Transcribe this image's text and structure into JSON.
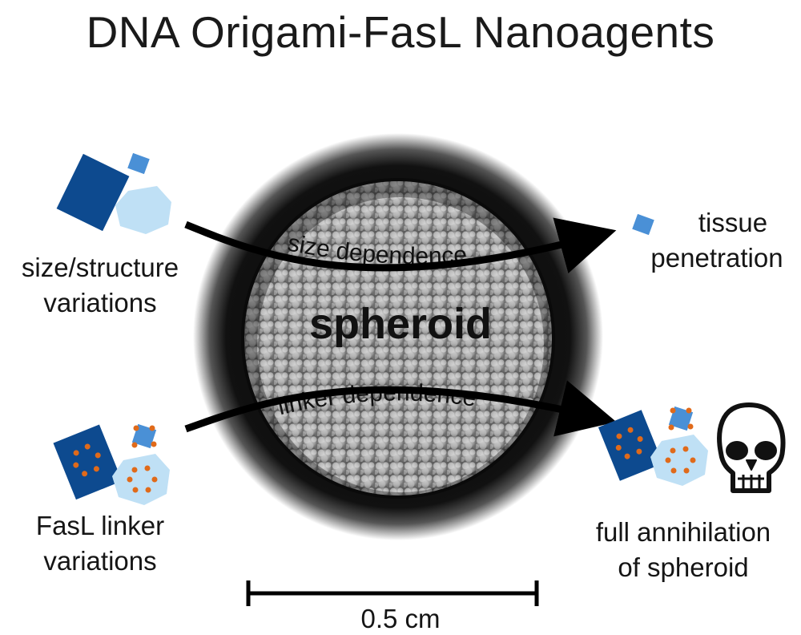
{
  "title": "DNA Origami-FasL Nanoagents",
  "labels": {
    "size_structure_line1": "size/structure",
    "size_structure_line2": "variations",
    "linker_line1": "FasL linker",
    "linker_line2": "variations",
    "tissue_line1": "tissue",
    "tissue_line2": "penetration",
    "annihilation_line1": "full annihilation",
    "annihilation_line2": "of spheroid",
    "spheroid": "spheroid",
    "size_dependence": "size dependence",
    "linker_dependence": "linker dependence",
    "scale_bar": "0.5 cm"
  },
  "colors": {
    "dark_blue": "#0d4a8f",
    "mid_blue": "#4a90d6",
    "light_blue": "#bfe0f5",
    "fasl_orange": "#e06a1a",
    "arrow": "#000000"
  },
  "icons": [
    "rectangle-origami-icon",
    "small-square-origami-icon",
    "octagon-origami-icon",
    "skull-icon"
  ]
}
